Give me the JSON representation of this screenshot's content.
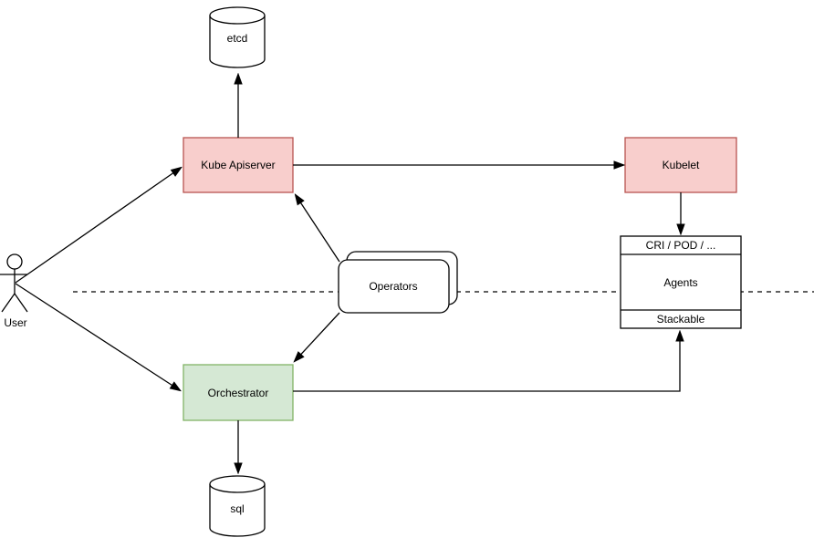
{
  "canvas": {
    "background": "#ffffff",
    "boundary_line_style": "dashed"
  },
  "colors": {
    "pink_fill": "#f8cecc",
    "pink_stroke": "#b85450",
    "green_fill": "#d5e8d4",
    "green_stroke": "#82b366",
    "plain_fill": "#ffffff",
    "plain_stroke": "#000000",
    "edge_color": "#000000"
  },
  "nodes": {
    "user": {
      "label": "User",
      "type": "actor"
    },
    "etcd": {
      "label": "etcd",
      "type": "database-cylinder",
      "fill": "#ffffff",
      "stroke": "#000000"
    },
    "sql": {
      "label": "sql",
      "type": "database-cylinder",
      "fill": "#ffffff",
      "stroke": "#000000"
    },
    "kube_apiserver": {
      "label": "Kube Apiserver",
      "type": "process-box",
      "fill": "#f8cecc",
      "stroke": "#b85450"
    },
    "kubelet": {
      "label": "Kubelet",
      "type": "process-box",
      "fill": "#f8cecc",
      "stroke": "#b85450"
    },
    "orchestrator": {
      "label": "Orchestrator",
      "type": "process-box",
      "fill": "#d5e8d4",
      "stroke": "#82b366"
    },
    "operators": {
      "label": "Operators",
      "type": "stacked-rounded-box",
      "fill": "#ffffff",
      "stroke": "#000000"
    },
    "agents_stack": {
      "header": "CRI / POD / ...",
      "body": "Agents",
      "footer": "Stackable",
      "type": "partitioned-box",
      "fill": "#ffffff",
      "stroke": "#000000"
    }
  },
  "edges": [
    {
      "from": "user",
      "to": "kube_apiserver",
      "arrow": "end"
    },
    {
      "from": "user",
      "to": "orchestrator",
      "arrow": "end"
    },
    {
      "from": "kube_apiserver",
      "to": "etcd",
      "arrow": "end"
    },
    {
      "from": "kube_apiserver",
      "to": "kubelet",
      "arrow": "end"
    },
    {
      "from": "operators",
      "to": "kube_apiserver",
      "arrow": "end"
    },
    {
      "from": "operators",
      "to": "orchestrator",
      "arrow": "end"
    },
    {
      "from": "kubelet",
      "to": "agents_stack",
      "arrow": "end"
    },
    {
      "from": "orchestrator",
      "to": "sql",
      "arrow": "end"
    },
    {
      "from": "orchestrator",
      "to": "agents_stack_footer",
      "arrow": "end"
    },
    {
      "type": "horizontal-boundary",
      "style": "dashed",
      "arrow": "none"
    }
  ]
}
